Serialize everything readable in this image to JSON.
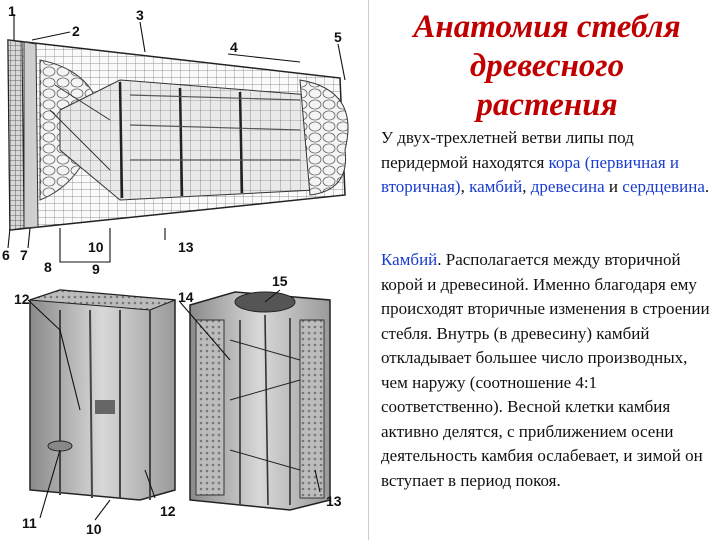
{
  "title": {
    "line1": "Анатомия стебля",
    "line2": "древесного",
    "line3": "растения"
  },
  "paragraph1": {
    "intro": "У двух-трехлетней ветви липы под перидермой находятся ",
    "kora": "кора (первичная и вторичная)",
    "sep1": ", ",
    "kambiy": "камбий",
    "sep2": ", ",
    "drevesina": "древесина",
    "sep3": " и ",
    "serdcevina": "сердцевина",
    "end": "."
  },
  "paragraph2": {
    "term": "Камбий",
    "text": ". Располагается между вторичной корой и древесиной. Именно благодаря ему происходят вторичные изменения в строении стебля. Внутрь (в древесину) камбий откладывает большее число производных, чем наружу (соотношение 4:1 соответственно). Весной клетки камбия активно делятся, с приближением осени деятельность камбия ослабевает, и зимой он вступает в период покоя."
  },
  "figure_labels": {
    "l1": "1",
    "l2": "2",
    "l3": "3",
    "l4": "4",
    "l5": "5",
    "l6": "6",
    "l7": "7",
    "l8": "8",
    "l9": "9",
    "l10": "10",
    "l13": "13",
    "l12a": "12",
    "l14": "14",
    "l15": "15",
    "l12b": "12",
    "l11": "11",
    "l10b": "10",
    "l13b": "13"
  },
  "colors": {
    "title": "#c00000",
    "highlight": "#1a3ccf",
    "body": "#111111"
  }
}
